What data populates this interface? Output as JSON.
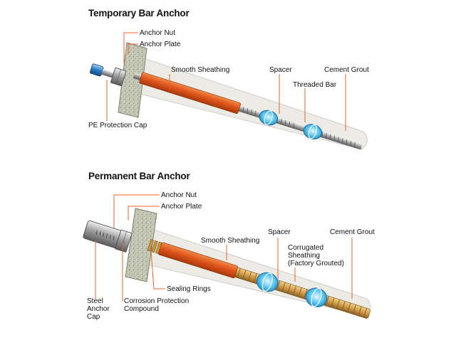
{
  "temporary": {
    "title": "Temporary Bar Anchor",
    "labels": {
      "anchor_nut": "Anchor Nut",
      "anchor_plate": "Anchor Plate",
      "smooth_sheathing": "Smooth Sheathing",
      "spacer": "Spacer",
      "cement_grout": "Cement Grout",
      "threaded_bar": "Threaded Bar",
      "pe_protection_cap": "PE Protection Cap"
    }
  },
  "permanent": {
    "title": "Permanent Bar Anchor",
    "labels": {
      "anchor_nut": "Anchor Nut",
      "anchor_plate": "Anchor Plate",
      "smooth_sheathing": "Smooth Sheathing",
      "spacer": "Spacer",
      "cement_grout": "Cement Grout",
      "corrugated_sheathing": [
        "Corrugated",
        "Sheathing",
        "(Factory Grouted)"
      ],
      "sealing_rings": "Sealing Rings",
      "steel_anchor_cap": [
        "Steel",
        "Anchor",
        "Cap"
      ],
      "corrosion_protection_compound": [
        "Corrosion Protection",
        "Compound"
      ]
    }
  },
  "colors": {
    "leader_line": "#e8632c",
    "sheathing": "#e0561c",
    "grout": "#ecebe6",
    "spacer": "#3fb6e6",
    "corrugated": "#d4a25a"
  }
}
